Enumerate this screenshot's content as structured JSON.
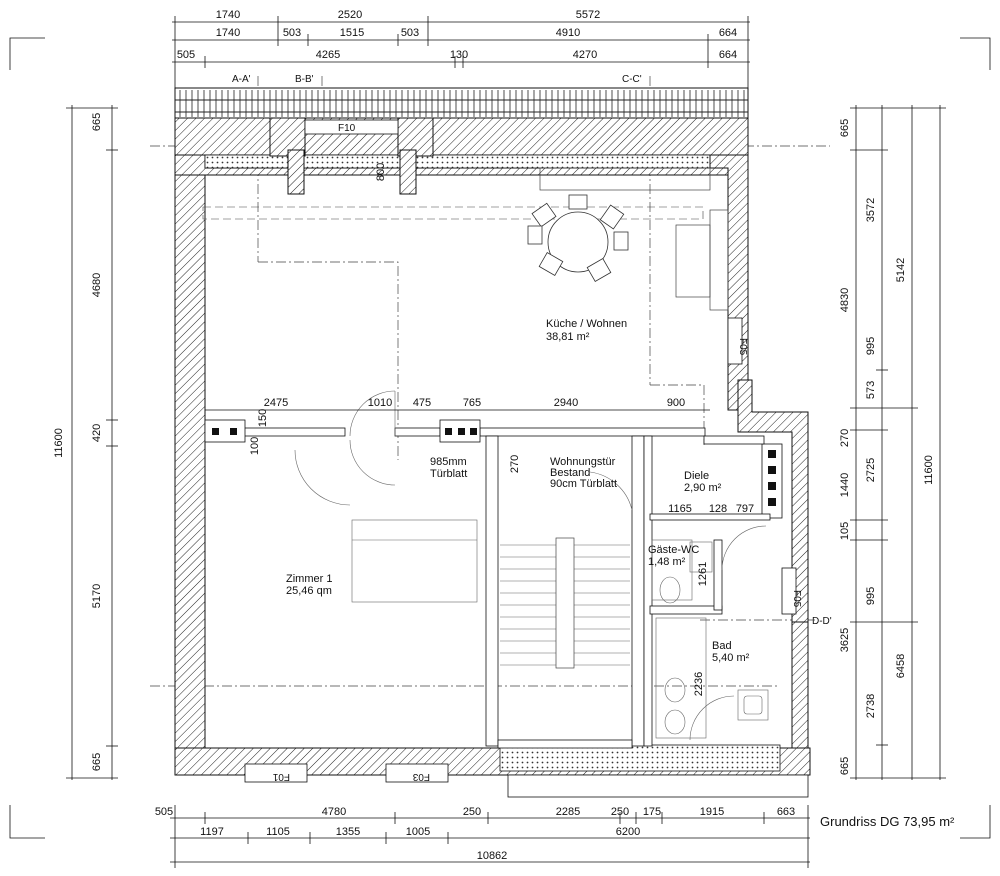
{
  "caption": "Grundriss DG 73,95 m²",
  "rooms": {
    "kueche": {
      "name": "Küche / Wohnen",
      "area": "38,81 m²"
    },
    "zimmer": {
      "name": "Zimmer 1",
      "area": "25,46 qm"
    },
    "diele": {
      "name": "Diele",
      "area": "2,90 m²"
    },
    "gaeste_wc": {
      "name": "Gäste-WC",
      "area": "1,48 m²"
    },
    "bad": {
      "name": "Bad",
      "area": "5,40 m²"
    }
  },
  "door_notes": {
    "tuerblatt_985": [
      "985mm",
      "Türblatt"
    ],
    "wohnungstuer": [
      "Wohnungstür",
      "Bestand",
      "90cm Türblatt"
    ]
  },
  "sections": [
    "A-A'",
    "B-B'",
    "C-C'",
    "D-D'"
  ],
  "windows": [
    "F10",
    "F05",
    "F05",
    "F01",
    "F03"
  ],
  "dims": {
    "top_row1": [
      "1740",
      "2520",
      "5572"
    ],
    "top_row2": [
      "1740",
      "503",
      "1515",
      "503",
      "4910",
      "664"
    ],
    "top_row3": [
      "505",
      "4265",
      "130",
      "4270",
      "664"
    ],
    "bottom_row1": [
      "505",
      "4780",
      "250",
      "2285",
      "250",
      "175",
      "1915",
      "663"
    ],
    "bottom_row2": [
      "1197",
      "1105",
      "1355",
      "1005",
      "6200"
    ],
    "bottom_total": "10862",
    "left_col1": [
      "665",
      "4680",
      "420",
      "5170",
      "665"
    ],
    "left_total": "11600",
    "right_col1": [
      "665",
      "4830",
      "270",
      "1440",
      "105",
      "3625",
      "665"
    ],
    "right_col2": [
      "3572",
      "995",
      "573",
      "2725",
      "995",
      "2738"
    ],
    "right_col3": [
      "5142",
      "6458"
    ],
    "right_total": "11600",
    "interior_row": [
      "2475",
      "1010",
      "475",
      "765",
      "2940",
      "900"
    ],
    "interior_small": [
      "150",
      "100",
      "800",
      "270",
      "1165",
      "128",
      "797",
      "1261",
      "2236"
    ]
  }
}
